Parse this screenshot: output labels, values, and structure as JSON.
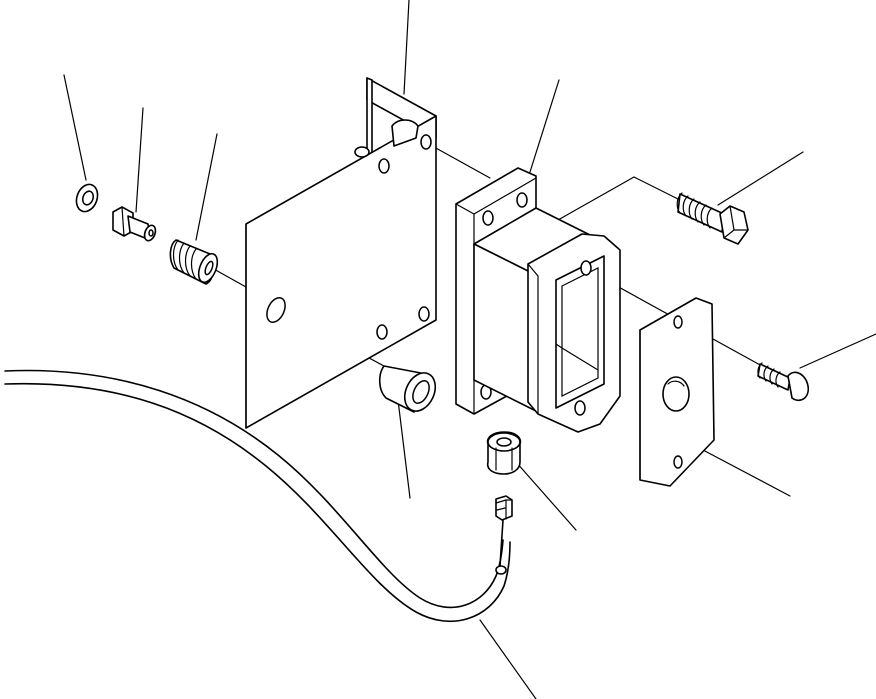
{
  "diagram": {
    "colors": {
      "line": "#000000",
      "background": "#ffffff"
    },
    "parts": [
      {
        "name": "washer"
      },
      {
        "name": "grease-fitting"
      },
      {
        "name": "coupling"
      },
      {
        "name": "mounting-plate"
      },
      {
        "name": "bushing"
      },
      {
        "name": "bracket-housing"
      },
      {
        "name": "hex-bolt"
      },
      {
        "name": "gasket-plate"
      },
      {
        "name": "round-head-screw"
      },
      {
        "name": "nut"
      },
      {
        "name": "connector-cable"
      }
    ]
  }
}
